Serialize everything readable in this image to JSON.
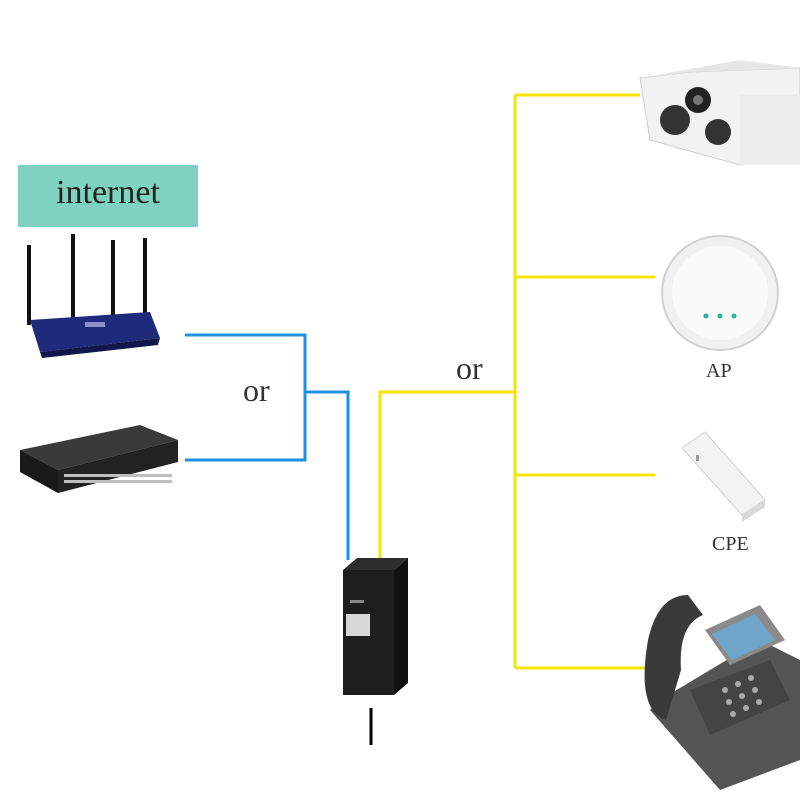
{
  "labels": {
    "internet": "internet",
    "or_left": "or",
    "or_right": "or",
    "ap": "AP",
    "cpe": "CPE"
  },
  "colors": {
    "internet_box": "#7fd1c0",
    "lan_cable": "#1e90e0",
    "poe_cable": "#f5e400",
    "power_cable": "#000000"
  },
  "devices": {
    "left": [
      "router-icon",
      "switch-icon"
    ],
    "center": "poe-injector-icon",
    "right": [
      "ip-camera-icon",
      "access-point-icon",
      "cpe-icon",
      "ip-phone-icon"
    ]
  }
}
